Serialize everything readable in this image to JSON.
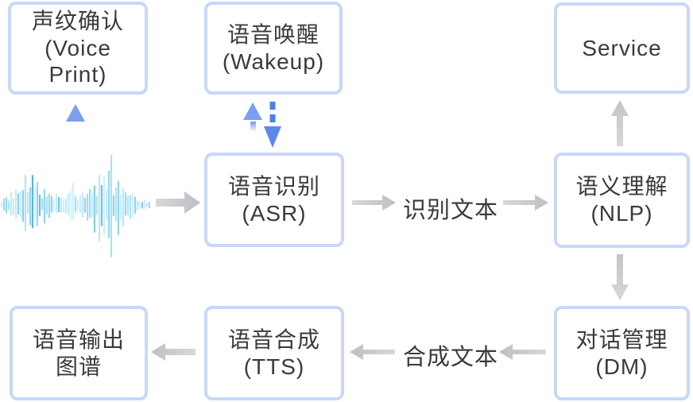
{
  "diagram": {
    "title": "voice-interaction-pipeline",
    "boxes": [
      {
        "id": "voice-print",
        "lines": [
          "声纹确认",
          "(Voice",
          "Print)"
        ]
      },
      {
        "id": "wakeup",
        "lines": [
          "语音唤醒",
          "(Wakeup)"
        ]
      },
      {
        "id": "service",
        "lines": [
          "Service"
        ]
      },
      {
        "id": "asr",
        "lines": [
          "语音识别",
          "(ASR)"
        ]
      },
      {
        "id": "nlp",
        "lines": [
          "语义理解",
          "(NLP)"
        ]
      },
      {
        "id": "dm",
        "lines": [
          "对话管理",
          "(DM)"
        ]
      },
      {
        "id": "tts",
        "lines": [
          "语音合成",
          "(TTS)"
        ]
      },
      {
        "id": "voice-output",
        "lines": [
          "语音输出",
          "图谱"
        ]
      }
    ],
    "flow_labels": [
      {
        "id": "recognized-text",
        "text": "识别文本"
      },
      {
        "id": "synthesized-text",
        "text": "合成文本"
      }
    ],
    "icons": {
      "waveform": "audio-waveform"
    },
    "colors": {
      "box_border": "#c9d7f8",
      "text": "#3a3a3c",
      "arrow_gray": "#c5c7cb",
      "arrow_blue": "#4a80e8",
      "arrow_blue_head": "#7d9ff0"
    },
    "waveform_palette": [
      "#8fd6ee",
      "#6cc2e6",
      "#a9e2f3",
      "#55b1dd",
      "#7fcbe9",
      "#bfeaf7"
    ]
  }
}
